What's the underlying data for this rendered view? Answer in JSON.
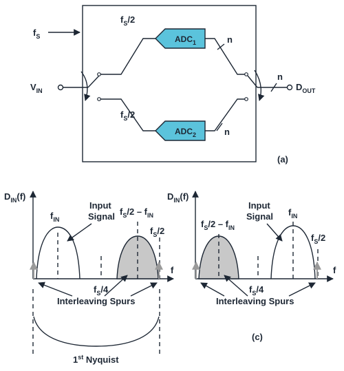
{
  "colors": {
    "ink": "#1d2734",
    "adc_fill": "#5bc3dc",
    "spur_fill": "#c8c8c8",
    "marker": "#9a9a9a"
  },
  "icons": [
    "arrow-icon",
    "switch-icon",
    "bus-slash-icon",
    "open-terminal-icon"
  ],
  "top": {
    "fs": "f",
    "fs_sub": "S",
    "vin": "V",
    "vin_sub": "IN",
    "upper_rate": "f",
    "upper_rate_sub": "S",
    "upper_rate_div": "/2",
    "lower_rate": "f",
    "lower_rate_sub": "S",
    "lower_rate_div": "/2",
    "adc1": "ADC",
    "adc1_sub": "1",
    "adc2": "ADC",
    "adc2_sub": "2",
    "bits_upper": "n",
    "bits_lower": "n",
    "bits_out": "n",
    "dout": "D",
    "dout_sub": "OUT",
    "panel": "(a)"
  },
  "left": {
    "y_axis": "D",
    "y_axis_sub": "IN",
    "y_axis_arg": "(f)",
    "x_axis": "f",
    "fin": "f",
    "fin_sub": "IN",
    "input_signal_1": "Input",
    "input_signal_2": "Signal",
    "image": "f",
    "image_sub1": "S",
    "image_mid": "/2 – f",
    "image_sub2": "IN",
    "fs4": "f",
    "fs4_sub": "S",
    "fs4_div": "/4",
    "fs2": "f",
    "fs2_sub": "S",
    "fs2_div": "/2",
    "spurs": "Interleaving Spurs",
    "nyq_num": "1",
    "nyq_sup": "st",
    "nyq_text": " Nyquist"
  },
  "right": {
    "y_axis": "D",
    "y_axis_sub": "IN",
    "y_axis_arg": "(f)",
    "x_axis": "f",
    "fin": "f",
    "fin_sub": "IN",
    "input_signal_1": "Input",
    "input_signal_2": "Signal",
    "image": "f",
    "image_sub1": "S",
    "image_mid": "/2 – f",
    "image_sub2": "IN",
    "fs4": "f",
    "fs4_sub": "S",
    "fs4_div": "/4",
    "fs2": "f",
    "fs2_sub": "S",
    "fs2_div": "/2",
    "spurs": "Interleaving Spurs",
    "panel": "(c)"
  }
}
